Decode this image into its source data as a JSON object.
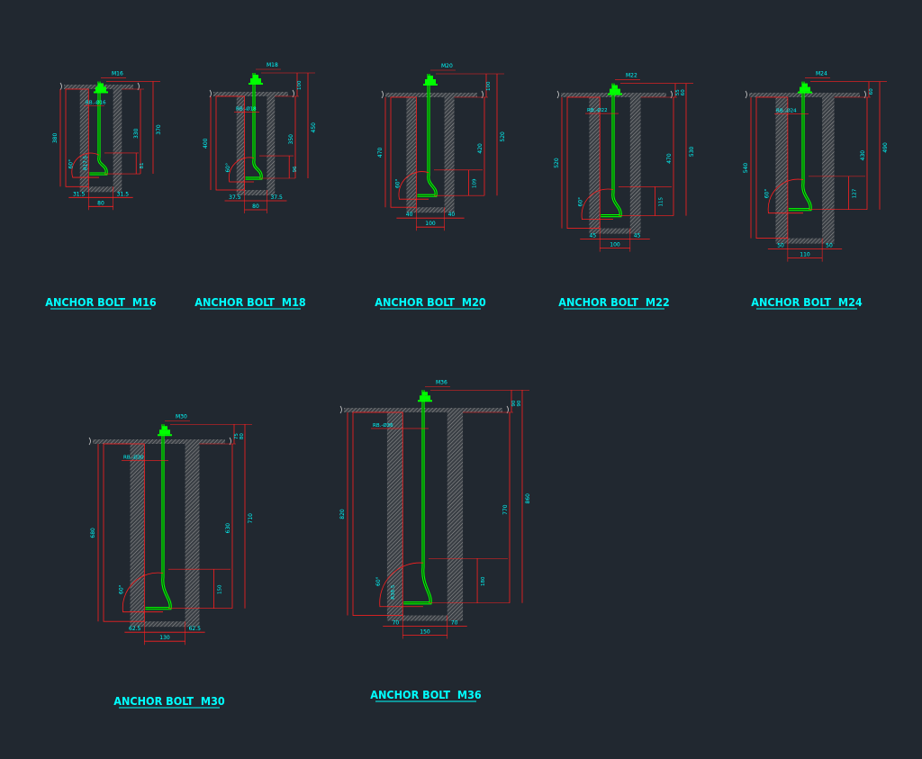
{
  "colors": {
    "background": "#212830",
    "bolt": "#00ff00",
    "dimension": "#ff2020",
    "text": "#00ffff",
    "concrete_hatch": "#8a8a8a"
  },
  "drawings": [
    {
      "id": "m16",
      "title": "ANCHOR BOLT  M16",
      "bolt": "M16",
      "rebar": "RB.-Ø16",
      "dims": {
        "top": "",
        "depth_total": "370",
        "embed": "330",
        "pocket_height": "380",
        "hook_height": "81",
        "left_gap": "31.5",
        "right_gap": "31.5",
        "width": "80",
        "radius": "R17.5",
        "angle": "60°"
      }
    },
    {
      "id": "m18",
      "title": "ANCHOR BOLT  M18",
      "bolt": "M18",
      "rebar": "RB.-Ø18",
      "dims": {
        "top": "100",
        "depth_total": "450",
        "embed": "350",
        "pocket_height": "400",
        "hook_height": "96",
        "left_gap": "37.5",
        "right_gap": "37.5",
        "width": "80",
        "angle": "60°"
      }
    },
    {
      "id": "m20",
      "title": "ANCHOR BOLT  M20",
      "bolt": "M20",
      "rebar": "",
      "dims": {
        "top": "100",
        "depth_total": "520",
        "embed": "420",
        "pocket_height": "470",
        "hook_height": "109",
        "left_gap": "40",
        "right_gap": "40",
        "width": "100",
        "angle": "60°"
      }
    },
    {
      "id": "m22",
      "title": "ANCHOR BOLT  M22",
      "bolt": "M22",
      "rebar": "RB.-Ø22",
      "dims": {
        "top": "55",
        "top2": "60",
        "depth_total": "530",
        "embed": "470",
        "pocket_height": "520",
        "hook_height": "115",
        "left_gap": "45",
        "right_gap": "45",
        "width": "100",
        "angle": "60°"
      }
    },
    {
      "id": "m24",
      "title": "ANCHOR BOLT  M24",
      "bolt": "M24",
      "rebar": "RB.-Ø24",
      "dims": {
        "top": "60",
        "depth_total": "490",
        "embed": "430",
        "pocket_height": "540",
        "hook_height": "127",
        "left_gap": "50",
        "right_gap": "50",
        "width": "110",
        "angle": "60°"
      }
    },
    {
      "id": "m30",
      "title": "ANCHOR BOLT  M30",
      "bolt": "M30",
      "rebar": "RB.-Ø30",
      "dims": {
        "top": "75",
        "top2": "80",
        "depth_total": "710",
        "embed": "630",
        "pocket_height": "680",
        "hook_height": "150",
        "left_gap": "62.5",
        "right_gap": "62.5",
        "width": "130",
        "angle": "60°"
      }
    },
    {
      "id": "m36",
      "title": "ANCHOR BOLT  M36",
      "bolt": "M36",
      "rebar": "RB.-Ø36",
      "dims": {
        "top": "90",
        "top2": "90",
        "depth_total": "860",
        "embed": "770",
        "pocket_height": "820",
        "hook_height": "180",
        "left_gap": "70",
        "right_gap": "70",
        "width": "150",
        "radius": "R38.5",
        "angle": "60°"
      }
    }
  ]
}
